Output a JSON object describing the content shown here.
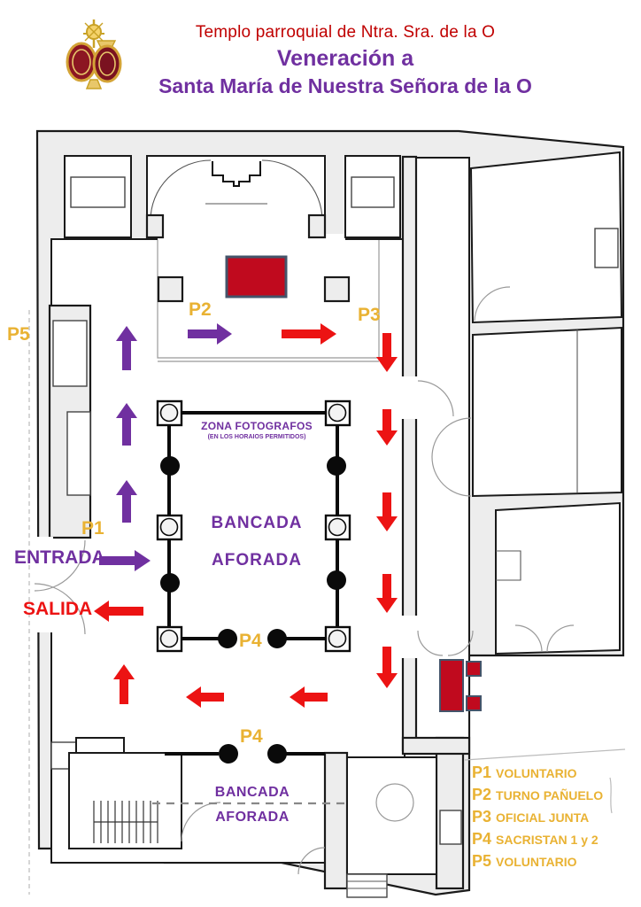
{
  "header": {
    "line1": "Templo parroquial de Ntra. Sra. de la O",
    "line2": "Veneración a",
    "line3": "Santa María de Nuestra Señora de la O"
  },
  "plan": {
    "labels": {
      "p5": "P5",
      "p2": "P2",
      "p3": "P3",
      "p1": "P1",
      "p4_upper": "P4",
      "p4_lower": "P4",
      "entrada": "ENTRADA",
      "salida": "SALIDA",
      "zona_fotografos": "ZONA FOTOGRAFOS",
      "zona_fotografos_sub": "(EN LOS HORAIOS PERMITIDOS)",
      "bancada_center_line1": "BANCADA",
      "bancada_center_line2": "AFORADA",
      "bancada_bottom_line1": "BANCADA",
      "bancada_bottom_line2": "AFORADA"
    }
  },
  "legend": {
    "items": [
      {
        "code": "P1",
        "label": "VOLUNTARIO"
      },
      {
        "code": "P2",
        "label": "TURNO PAÑUELO"
      },
      {
        "code": "P3",
        "label": "OFICIAL JUNTA"
      },
      {
        "code": "P4",
        "label": "SACRISTAN 1 y 2"
      },
      {
        "code": "P5",
        "label": "VOLUNTARIO"
      }
    ]
  },
  "colors": {
    "title_red": "#C00000",
    "purple": "#7030A0",
    "gold": "#E9B233",
    "route_red": "#EC1313",
    "altar_fill": "#C00A1E",
    "altar_border": "#44546A",
    "wall_fill": "#EDEDED",
    "wall_line": "#1A1A1A"
  }
}
